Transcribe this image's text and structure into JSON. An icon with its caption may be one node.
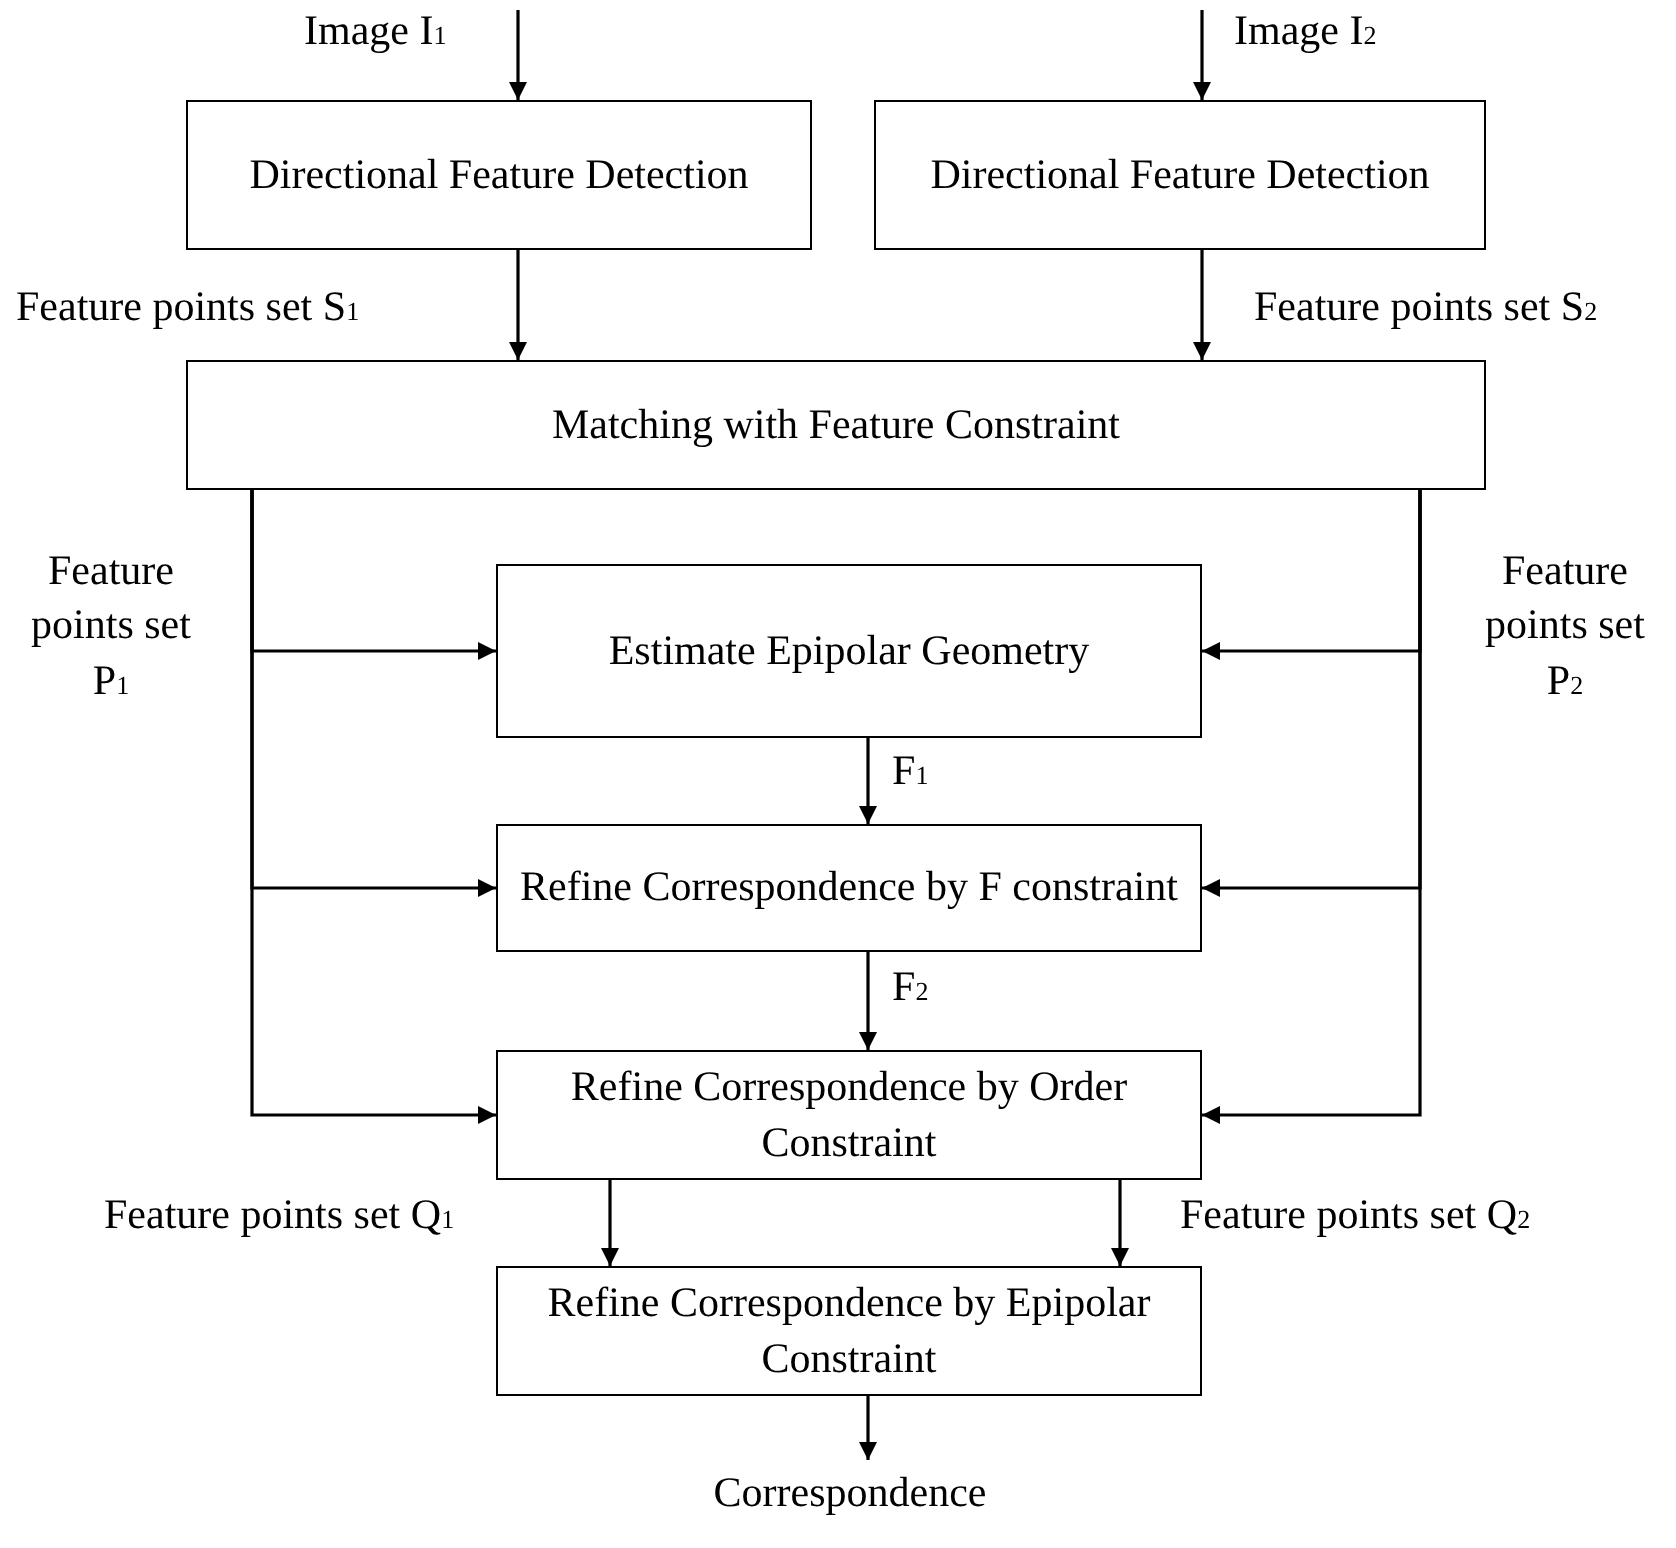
{
  "diagram": {
    "nodes": [
      {
        "text": [
          "Directional Feature Detection"
        ]
      },
      {
        "text": [
          "Directional Feature Detection"
        ]
      },
      {
        "text": [
          "Matching with Feature Constraint"
        ]
      },
      {
        "text": [
          "Estimate Epipolar Geometry"
        ]
      },
      {
        "text": [
          "Refine Correspondence by F constraint"
        ]
      },
      {
        "text": [
          "Refine Correspondence by Order Constraint"
        ]
      },
      {
        "text": [
          "Refine Correspondence by Epipolar Constraint"
        ]
      },
      {
        "text": [
          "Correspondence"
        ]
      }
    ],
    "edges": [
      {
        "from": null,
        "to": 0,
        "arrow": "to",
        "label": "Image I$_{1}$"
      },
      {
        "from": null,
        "to": 1,
        "arrow": "to",
        "label": "Image I$_{2}$"
      },
      {
        "from": 0,
        "to": 2,
        "arrow": "to",
        "label": "Feature points set S$_{1}$"
      },
      {
        "from": 1,
        "to": 2,
        "arrow": "to",
        "label": "Feature points set S$_{2}$"
      },
      {
        "from": 2,
        "to": 3,
        "arrow": "to",
        "label": "Feature points set P$_{1}$"
      },
      {
        "from": 2,
        "to": 4,
        "arrow": "to"
      },
      {
        "from": 2,
        "to": 5,
        "arrow": "to"
      },
      {
        "from": 2,
        "to": 3,
        "arrow": "to",
        "label": "Feature points set P$_{2}$"
      },
      {
        "from": 2,
        "to": 4,
        "arrow": "to"
      },
      {
        "from": 2,
        "to": 5,
        "arrow": "to"
      },
      {
        "from": 3,
        "to": 4,
        "arrow": "to",
        "label": "F$_{1}$"
      },
      {
        "from": 4,
        "to": 5,
        "arrow": "to",
        "label": "F$_{2}$"
      },
      {
        "from": 5,
        "to": 6,
        "arrow": "to",
        "label": "Feature points set Q$_{1}$"
      },
      {
        "from": 5,
        "to": 6,
        "arrow": "to",
        "label": "Feature points set Q$_{2}$"
      },
      {
        "from": 6,
        "to": 7,
        "arrow": "to"
      }
    ]
  }
}
